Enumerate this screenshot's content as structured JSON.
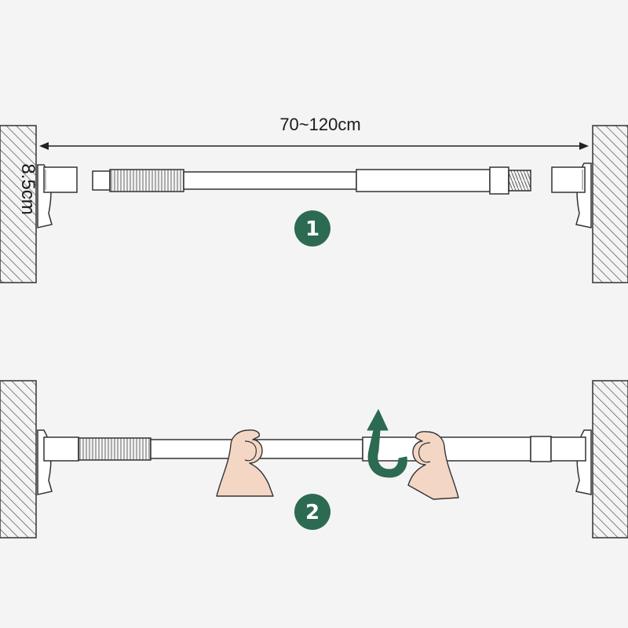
{
  "dimensions": {
    "width_label": "70~120cm",
    "depth_label": "8.5cm"
  },
  "steps": [
    {
      "number": "1"
    },
    {
      "number": "2"
    }
  ],
  "colors": {
    "accent": "#2d6a52",
    "outline": "#333333",
    "hatch": "#444444",
    "skin": "#f3d6c4",
    "background": "#f4f4f4"
  }
}
